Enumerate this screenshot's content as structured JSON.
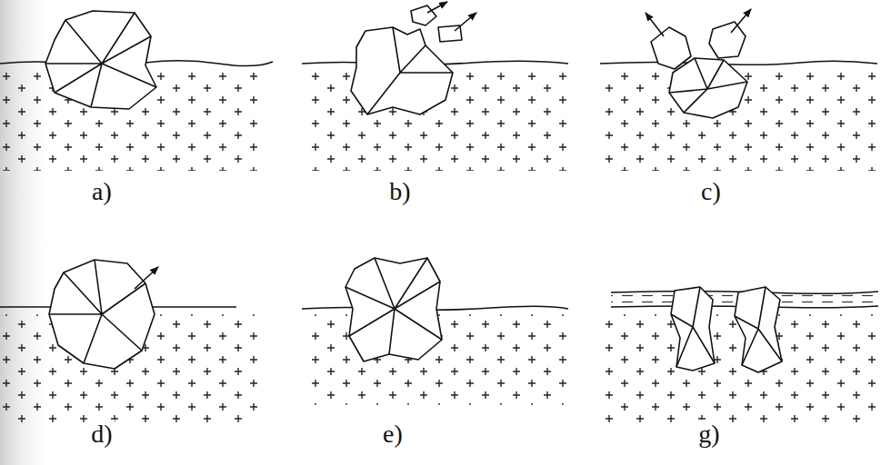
{
  "diagram": {
    "labels": [
      "a)",
      "b)",
      "c)",
      "d)",
      "e)",
      "g)"
    ]
  }
}
